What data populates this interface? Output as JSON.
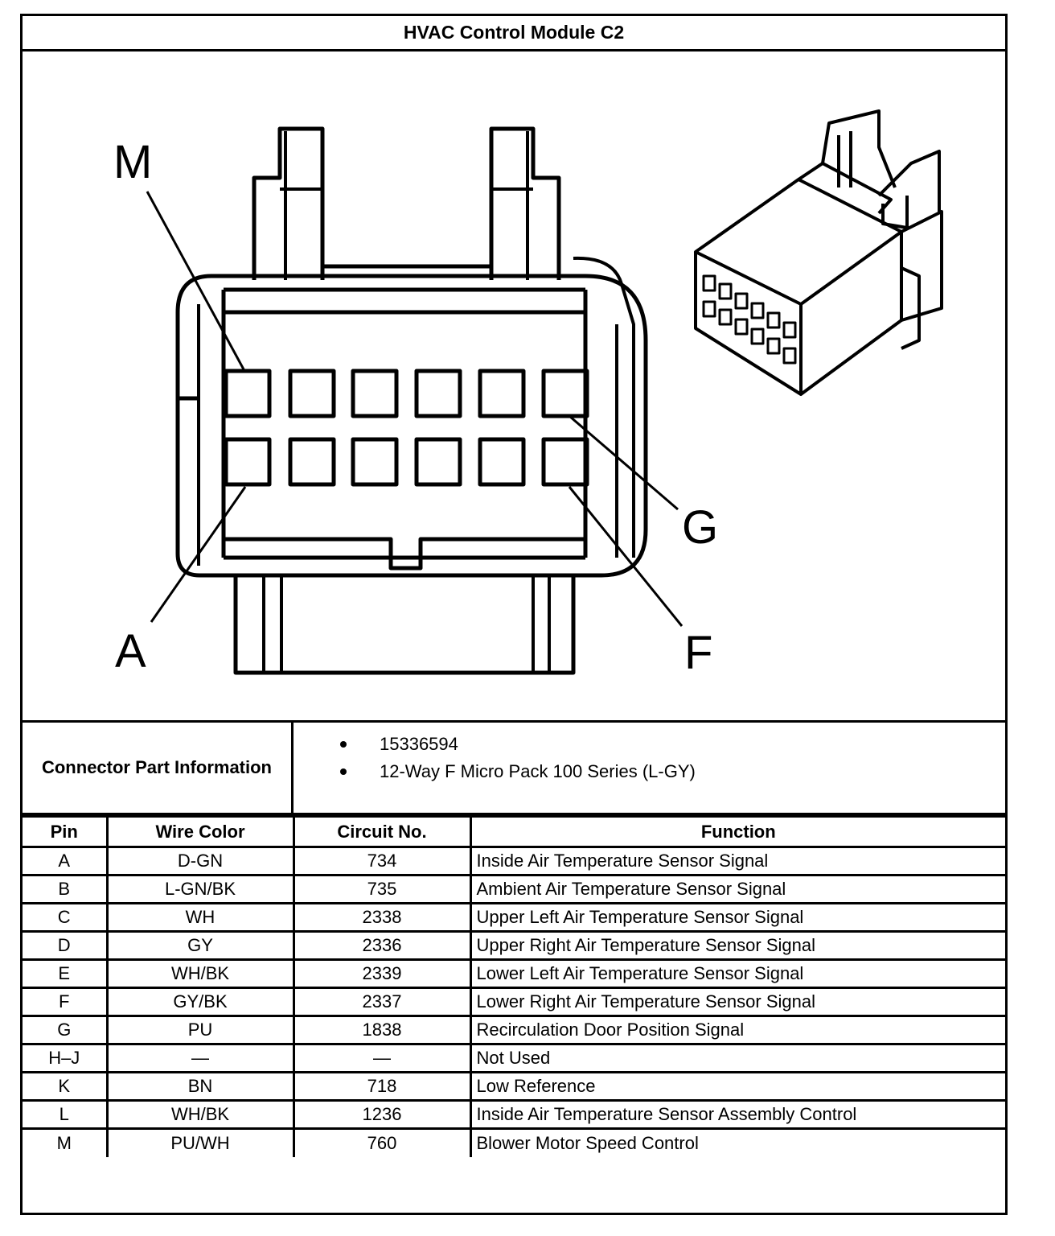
{
  "title": "HVAC Control Module C2",
  "diagram": {
    "callouts": {
      "top_left": "M",
      "bottom_left": "A",
      "right_upper": "G",
      "right_lower": "F"
    }
  },
  "connector_info": {
    "label": "Connector Part Information",
    "items": [
      "15336594",
      "12-Way F Micro Pack 100 Series (L-GY)"
    ]
  },
  "table": {
    "headers": {
      "pin": "Pin",
      "wire_color": "Wire Color",
      "circuit": "Circuit No.",
      "function": "Function"
    },
    "rows": [
      {
        "pin": "A",
        "wire_color": "D-GN",
        "circuit": "734",
        "function": "Inside Air Temperature Sensor Signal"
      },
      {
        "pin": "B",
        "wire_color": "L-GN/BK",
        "circuit": "735",
        "function": "Ambient Air Temperature Sensor Signal"
      },
      {
        "pin": "C",
        "wire_color": "WH",
        "circuit": "2338",
        "function": "Upper Left Air Temperature Sensor Signal"
      },
      {
        "pin": "D",
        "wire_color": "GY",
        "circuit": "2336",
        "function": "Upper Right Air Temperature Sensor Signal"
      },
      {
        "pin": "E",
        "wire_color": "WH/BK",
        "circuit": "2339",
        "function": "Lower Left Air Temperature Sensor Signal"
      },
      {
        "pin": "F",
        "wire_color": "GY/BK",
        "circuit": "2337",
        "function": "Lower Right Air Temperature Sensor Signal"
      },
      {
        "pin": "G",
        "wire_color": "PU",
        "circuit": "1838",
        "function": "Recirculation Door Position Signal"
      },
      {
        "pin": "H–J",
        "wire_color": "—",
        "circuit": "—",
        "function": "Not Used"
      },
      {
        "pin": "K",
        "wire_color": "BN",
        "circuit": "718",
        "function": "Low Reference"
      },
      {
        "pin": "L",
        "wire_color": "WH/BK",
        "circuit": "1236",
        "function": "Inside Air Temperature Sensor Assembly Control"
      },
      {
        "pin": "M",
        "wire_color": "PU/WH",
        "circuit": "760",
        "function": "Blower Motor Speed Control"
      }
    ]
  }
}
